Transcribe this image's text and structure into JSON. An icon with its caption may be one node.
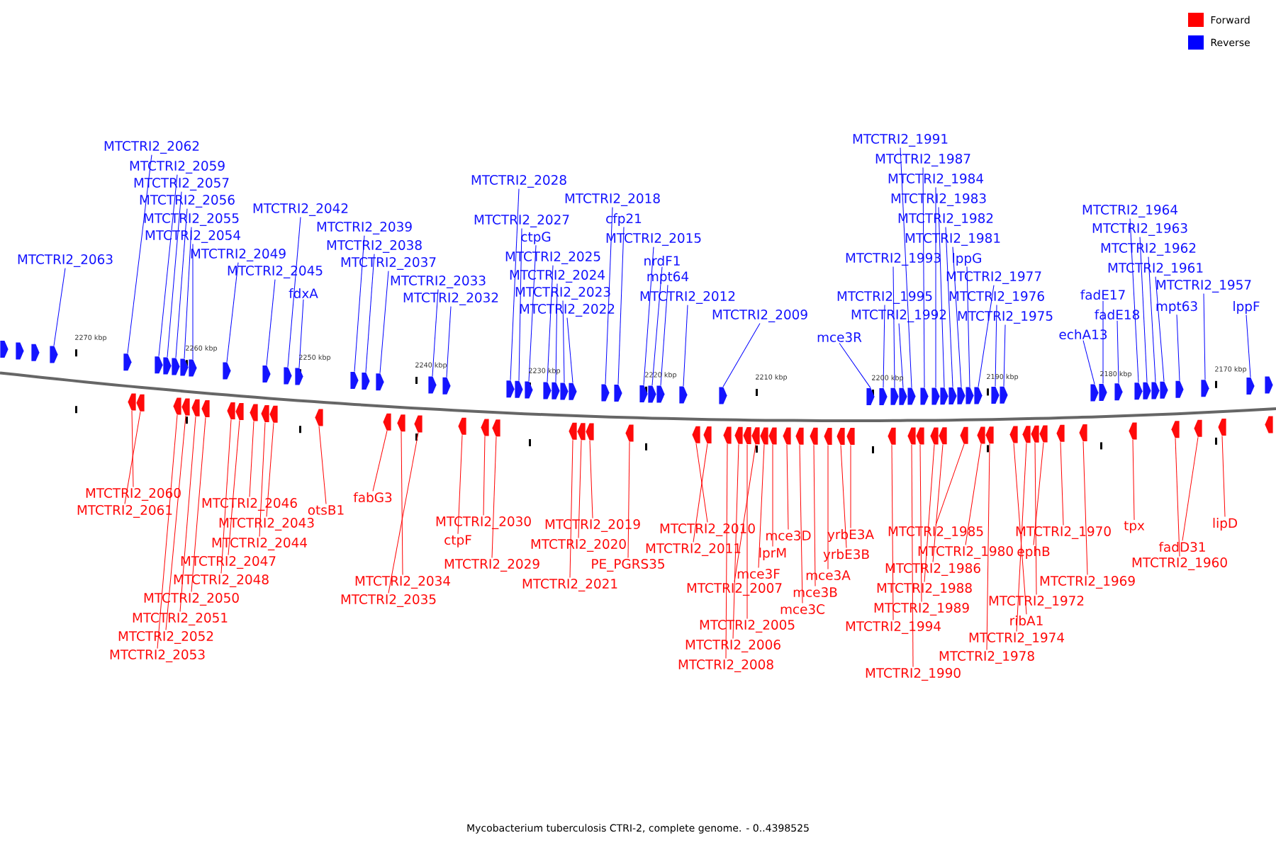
{
  "diagram": {
    "caption": "Mycobacterium tuberculosis CTRI-2, complete genome. - 0..4398525",
    "nodes": [
      {
        "text": [
          "MTCTRI2_2062"
        ]
      },
      {
        "text": [
          "MTCTRI2_2059"
        ]
      },
      {
        "text": [
          "MTCTRI2_2057"
        ]
      },
      {
        "text": [
          "MTCTRI2_2056"
        ]
      },
      {
        "text": [
          "MTCTRI2_2055"
        ]
      },
      {
        "text": [
          "MTCTRI2_2054"
        ]
      },
      {
        "text": [
          "MTCTRI2_2063"
        ]
      },
      {
        "text": [
          "MTCTRI2_2049"
        ]
      },
      {
        "text": [
          "MTCTRI2_2045"
        ]
      },
      {
        "text": [
          "MTCTRI2_2042"
        ]
      },
      {
        "text": [
          "fdxA"
        ]
      },
      {
        "text": [
          "MTCTRI2_2039"
        ]
      },
      {
        "text": [
          "MTCTRI2_2038"
        ]
      },
      {
        "text": [
          "MTCTRI2_2037"
        ]
      },
      {
        "text": [
          "MTCTRI2_2033"
        ]
      },
      {
        "text": [
          "MTCTRI2_2032"
        ]
      },
      {
        "text": [
          "MTCTRI2_2028"
        ]
      },
      {
        "text": [
          "MTCTRI2_2027"
        ]
      },
      {
        "text": [
          "ctpG"
        ]
      },
      {
        "text": [
          "MTCTRI2_2025"
        ]
      },
      {
        "text": [
          "MTCTRI2_2024"
        ]
      },
      {
        "text": [
          "MTCTRI2_2023"
        ]
      },
      {
        "text": [
          "MTCTRI2_2022"
        ]
      },
      {
        "text": [
          "MTCTRI2_2018"
        ]
      },
      {
        "text": [
          "cfp21"
        ]
      },
      {
        "text": [
          "MTCTRI2_2015"
        ]
      },
      {
        "text": [
          "nrdF1"
        ]
      },
      {
        "text": [
          "mpt64"
        ]
      },
      {
        "text": [
          "MTCTRI2_2012"
        ]
      },
      {
        "text": [
          "MTCTRI2_2009"
        ]
      },
      {
        "text": [
          "mce3R"
        ]
      },
      {
        "text": [
          "MTCTRI2_1991"
        ]
      },
      {
        "text": [
          "MTCTRI2_1987"
        ]
      },
      {
        "text": [
          "MTCTRI2_1984"
        ]
      },
      {
        "text": [
          "MTCTRI2_1983"
        ]
      },
      {
        "text": [
          "MTCTRI2_1982"
        ]
      },
      {
        "text": [
          "MTCTRI2_1981"
        ]
      },
      {
        "text": [
          "MTCTRI2_1993"
        ]
      },
      {
        "text": [
          "lppG"
        ]
      },
      {
        "text": [
          "MTCTRI2_1977"
        ]
      },
      {
        "text": [
          "MTCTRI2_1995"
        ]
      },
      {
        "text": [
          "MTCTRI2_1976"
        ]
      },
      {
        "text": [
          "MTCTRI2_1992"
        ]
      },
      {
        "text": [
          "MTCTRI2_1975"
        ]
      },
      {
        "text": [
          "echA13"
        ]
      },
      {
        "text": [
          "fadE17"
        ]
      },
      {
        "text": [
          "fadE18"
        ]
      },
      {
        "text": [
          "MTCTRI2_1964"
        ]
      },
      {
        "text": [
          "MTCTRI2_1963"
        ]
      },
      {
        "text": [
          "MTCTRI2_1962"
        ]
      },
      {
        "text": [
          "MTCTRI2_1961"
        ]
      },
      {
        "text": [
          "MTCTRI2_1957"
        ]
      },
      {
        "text": [
          "mpt63"
        ]
      },
      {
        "text": [
          "lppF"
        ]
      },
      {
        "text": [
          "MTCTRI2_2060"
        ]
      },
      {
        "text": [
          "MTCTRI2_2061"
        ]
      },
      {
        "text": [
          "MTCTRI2_2046"
        ]
      },
      {
        "text": [
          "otsB1"
        ]
      },
      {
        "text": [
          "fabG3"
        ]
      },
      {
        "text": [
          "MTCTRI2_2043"
        ]
      },
      {
        "text": [
          "MTCTRI2_2044"
        ]
      },
      {
        "text": [
          "MTCTRI2_2047"
        ]
      },
      {
        "text": [
          "MTCTRI2_2048"
        ]
      },
      {
        "text": [
          "MTCTRI2_2050"
        ]
      },
      {
        "text": [
          "MTCTRI2_2051"
        ]
      },
      {
        "text": [
          "MTCTRI2_2052"
        ]
      },
      {
        "text": [
          "MTCTRI2_2053"
        ]
      },
      {
        "text": [
          "MTCTRI2_2030"
        ]
      },
      {
        "text": [
          "ctpF"
        ]
      },
      {
        "text": [
          "MTCTRI2_2029"
        ]
      },
      {
        "text": [
          "MTCTRI2_2034"
        ]
      },
      {
        "text": [
          "MTCTRI2_2035"
        ]
      },
      {
        "text": [
          "MTCTRI2_2019"
        ]
      },
      {
        "text": [
          "MTCTRI2_2020"
        ]
      },
      {
        "text": [
          "PE_PGRS35"
        ]
      },
      {
        "text": [
          "MTCTRI2_2021"
        ]
      },
      {
        "text": [
          "MTCTRI2_2010"
        ]
      },
      {
        "text": [
          "MTCTRI2_2011"
        ]
      },
      {
        "text": [
          "mce3D"
        ]
      },
      {
        "text": [
          "yrbE3A"
        ]
      },
      {
        "text": [
          "lprM"
        ]
      },
      {
        "text": [
          "yrbE3B"
        ]
      },
      {
        "text": [
          "mce3F"
        ]
      },
      {
        "text": [
          "mce3A"
        ]
      },
      {
        "text": [
          "MTCTRI2_2007"
        ]
      },
      {
        "text": [
          "mce3B"
        ]
      },
      {
        "text": [
          "mce3C"
        ]
      },
      {
        "text": [
          "MTCTRI2_2005"
        ]
      },
      {
        "text": [
          "MTCTRI2_2006"
        ]
      },
      {
        "text": [
          "MTCTRI2_2008"
        ]
      },
      {
        "text": [
          "MTCTRI2_1985"
        ]
      },
      {
        "text": [
          "MTCTRI2_1980"
        ]
      },
      {
        "text": [
          "MTCTRI2_1986"
        ]
      },
      {
        "text": [
          "MTCTRI2_1988"
        ]
      },
      {
        "text": [
          "MTCTRI2_1989"
        ]
      },
      {
        "text": [
          "MTCTRI2_1994"
        ]
      },
      {
        "text": [
          "MTCTRI2_1990"
        ]
      },
      {
        "text": [
          "MTCTRI2_1970"
        ]
      },
      {
        "text": [
          "ephB"
        ]
      },
      {
        "text": [
          "MTCTRI2_1969"
        ]
      },
      {
        "text": [
          "MTCTRI2_1972"
        ]
      },
      {
        "text": [
          "ribA1"
        ]
      },
      {
        "text": [
          "MTCTRI2_1974"
        ]
      },
      {
        "text": [
          "MTCTRI2_1978"
        ]
      },
      {
        "text": [
          "tpx"
        ]
      },
      {
        "text": [
          "lipD"
        ]
      },
      {
        "text": [
          "fadD31"
        ]
      },
      {
        "text": [
          "MTCTRI2_1960"
        ]
      },
      {
        "text": [],
        "shape": "arrow"
      },
      {
        "text": [],
        "shape": "arrow"
      },
      {
        "text": [],
        "shape": "arrow"
      },
      {
        "text": [],
        "shape": "arrow"
      },
      {
        "text": [],
        "shape": "arrow"
      },
      {
        "text": [],
        "shape": "arrow"
      },
      {
        "text": [],
        "shape": "arrow"
      },
      {
        "text": [],
        "shape": "arrow"
      },
      {
        "text": [],
        "shape": "arrow"
      },
      {
        "text": [],
        "shape": "arrow"
      },
      {
        "text": [],
        "shape": "arrow"
      },
      {
        "text": [],
        "shape": "arrow"
      },
      {
        "text": [],
        "shape": "arrow"
      },
      {
        "text": [],
        "shape": "arrow"
      },
      {
        "text": [],
        "shape": "arrow"
      },
      {
        "text": [],
        "shape": "arrow"
      },
      {
        "text": [],
        "shape": "arrow"
      },
      {
        "text": [],
        "shape": "arrow"
      },
      {
        "text": [],
        "shape": "arrow"
      },
      {
        "text": [],
        "shape": "arrow"
      },
      {
        "text": [],
        "shape": "arrow"
      },
      {
        "text": [],
        "shape": "arrow"
      },
      {
        "text": [],
        "shape": "arrow"
      },
      {
        "text": [],
        "shape": "arrow"
      },
      {
        "text": [],
        "shape": "arrow"
      },
      {
        "text": [],
        "shape": "arrow"
      },
      {
        "text": [],
        "shape": "arrow"
      },
      {
        "text": [],
        "shape": "arrow"
      },
      {
        "text": [],
        "shape": "arrow"
      },
      {
        "text": [],
        "shape": "arrow"
      },
      {
        "text": [],
        "shape": "arrow"
      },
      {
        "text": [],
        "shape": "arrow"
      },
      {
        "text": [],
        "shape": "arrow"
      },
      {
        "text": [],
        "shape": "arrow"
      },
      {
        "text": [],
        "shape": "arrow"
      },
      {
        "text": [],
        "shape": "arrow"
      },
      {
        "text": [],
        "shape": "arrow"
      },
      {
        "text": [],
        "shape": "arrow"
      },
      {
        "text": [],
        "shape": "arrow"
      },
      {
        "text": [],
        "shape": "arrow"
      },
      {
        "text": [],
        "shape": "arrow"
      },
      {
        "text": [],
        "shape": "arrow"
      },
      {
        "text": [],
        "shape": "arrow"
      },
      {
        "text": [],
        "shape": "arrow"
      },
      {
        "text": [],
        "shape": "arrow"
      },
      {
        "text": [],
        "shape": "arrow"
      },
      {
        "text": [],
        "shape": "arrow"
      },
      {
        "text": [],
        "shape": "arrow"
      },
      {
        "text": [],
        "shape": "arrow"
      },
      {
        "text": [],
        "shape": "arrow"
      },
      {
        "text": [],
        "shape": "arrow"
      },
      {
        "text": [],
        "shape": "arrow"
      },
      {
        "text": [],
        "shape": "arrow"
      },
      {
        "text": [],
        "shape": "arrow"
      },
      {
        "text": [],
        "shape": "arrow"
      },
      {
        "text": [],
        "shape": "arrow"
      },
      {
        "text": [],
        "shape": "arrow"
      },
      {
        "text": [],
        "shape": "arrow"
      },
      {
        "text": [],
        "shape": "arrow"
      },
      {
        "text": [],
        "shape": "arrow"
      },
      {
        "text": [],
        "shape": "arrow"
      },
      {
        "text": [],
        "shape": "arrow"
      },
      {
        "text": [],
        "shape": "arrow"
      },
      {
        "text": [],
        "shape": "arrow"
      },
      {
        "text": [],
        "shape": "arrow"
      },
      {
        "text": [],
        "shape": "arrow"
      },
      {
        "text": [],
        "shape": "arrow"
      },
      {
        "text": [],
        "shape": "arrow"
      },
      {
        "text": [],
        "shape": "arrow"
      },
      {
        "text": [],
        "shape": "arrow"
      },
      {
        "text": [],
        "shape": "arrow"
      },
      {
        "text": [],
        "shape": "arrow"
      },
      {
        "text": [],
        "shape": "arrow"
      },
      {
        "text": [],
        "shape": "arrow"
      },
      {
        "text": [],
        "shape": "arrow"
      },
      {
        "text": [],
        "shape": "arrow"
      },
      {
        "text": [],
        "shape": "arrow"
      },
      {
        "text": [],
        "shape": "arrow"
      },
      {
        "text": [],
        "shape": "arrow"
      },
      {
        "text": [],
        "shape": "arrow"
      },
      {
        "text": [],
        "shape": "arrow"
      },
      {
        "text": [],
        "shape": "arrow"
      },
      {
        "text": [],
        "shape": "arrow"
      },
      {
        "text": [],
        "shape": "arrow"
      },
      {
        "text": [],
        "shape": "arrow"
      },
      {
        "text": [],
        "shape": "arrow"
      },
      {
        "text": [],
        "shape": "arrow"
      },
      {
        "text": [],
        "shape": "arrow"
      },
      {
        "text": [],
        "shape": "arrow"
      },
      {
        "text": [],
        "shape": "arrow"
      },
      {
        "text": [],
        "shape": "arrow"
      },
      {
        "text": [],
        "shape": "arrow"
      },
      {
        "text": [],
        "shape": "arrow"
      },
      {
        "text": [],
        "shape": "arrow"
      },
      {
        "text": [],
        "shape": "arrow"
      },
      {
        "text": [],
        "shape": "arrow"
      },
      {
        "text": [],
        "shape": "arrow"
      },
      {
        "text": [],
        "shape": "arrow"
      },
      {
        "text": [],
        "shape": "arrow"
      },
      {
        "text": [],
        "shape": "arrow"
      },
      {
        "text": [],
        "shape": "arrow"
      },
      {
        "text": [],
        "shape": "arrow"
      },
      {
        "text": [],
        "shape": "arrow"
      },
      {
        "text": [],
        "shape": "arrow"
      },
      {
        "text": [],
        "shape": "arrow"
      },
      {
        "text": [],
        "shape": "arrow"
      },
      {
        "text": [],
        "shape": "arrow"
      },
      {
        "text": [],
        "shape": "arrow"
      },
      {
        "text": [],
        "shape": "arrow"
      },
      {
        "text": [],
        "shape": "arrow"
      },
      {
        "text": [],
        "shape": "arrow"
      },
      {
        "text": [],
        "shape": "arrow"
      },
      {
        "text": [],
        "shape": "arrow"
      }
    ],
    "edges": [
      {
        "from": 0,
        "to": 109,
        "arrow": "none",
        "color": "#0000ff"
      },
      {
        "from": 1,
        "to": 110,
        "arrow": "none",
        "color": "#0000ff"
      },
      {
        "from": 2,
        "to": 111,
        "arrow": "none",
        "color": "#0000ff"
      },
      {
        "from": 3,
        "to": 112,
        "arrow": "none",
        "color": "#0000ff"
      },
      {
        "from": 4,
        "to": 113,
        "arrow": "none",
        "color": "#0000ff"
      },
      {
        "from": 5,
        "to": 114,
        "arrow": "none",
        "color": "#0000ff"
      },
      {
        "from": 6,
        "to": 108,
        "arrow": "none",
        "color": "#0000ff"
      },
      {
        "from": 7,
        "to": 115,
        "arrow": "none",
        "color": "#0000ff"
      },
      {
        "from": 8,
        "to": 116,
        "arrow": "none",
        "color": "#0000ff"
      },
      {
        "from": 9,
        "to": 117,
        "arrow": "none",
        "color": "#0000ff"
      },
      {
        "from": 10,
        "to": 118,
        "arrow": "none",
        "color": "#0000ff"
      },
      {
        "from": 11,
        "to": 119,
        "arrow": "none",
        "color": "#0000ff"
      },
      {
        "from": 12,
        "to": 120,
        "arrow": "none",
        "color": "#0000ff"
      },
      {
        "from": 13,
        "to": 121,
        "arrow": "none",
        "color": "#0000ff"
      },
      {
        "from": 14,
        "to": 122,
        "arrow": "none",
        "color": "#0000ff"
      },
      {
        "from": 15,
        "to": 123,
        "arrow": "none",
        "color": "#0000ff"
      },
      {
        "from": 16,
        "to": 124,
        "arrow": "none",
        "color": "#0000ff"
      },
      {
        "from": 17,
        "to": 125,
        "arrow": "none",
        "color": "#0000ff"
      },
      {
        "from": 18,
        "to": 126,
        "arrow": "none",
        "color": "#0000ff"
      },
      {
        "from": 19,
        "to": 127,
        "arrow": "none",
        "color": "#0000ff"
      },
      {
        "from": 20,
        "to": 128,
        "arrow": "none",
        "color": "#0000ff"
      },
      {
        "from": 21,
        "to": 129,
        "arrow": "none",
        "color": "#0000ff"
      },
      {
        "from": 22,
        "to": 130,
        "arrow": "none",
        "color": "#0000ff"
      },
      {
        "from": 23,
        "to": 131,
        "arrow": "none",
        "color": "#0000ff"
      },
      {
        "from": 24,
        "to": 132,
        "arrow": "none",
        "color": "#0000ff"
      },
      {
        "from": 25,
        "to": 133,
        "arrow": "none",
        "color": "#0000ff"
      },
      {
        "from": 26,
        "to": 134,
        "arrow": "none",
        "color": "#0000ff"
      },
      {
        "from": 27,
        "to": 135,
        "arrow": "none",
        "color": "#0000ff"
      },
      {
        "from": 28,
        "to": 136,
        "arrow": "none",
        "color": "#0000ff"
      },
      {
        "from": 29,
        "to": 137,
        "arrow": "none",
        "color": "#0000ff"
      },
      {
        "from": 30,
        "to": 138,
        "arrow": "none",
        "color": "#0000ff"
      },
      {
        "from": 31,
        "to": 142,
        "arrow": "none",
        "color": "#0000ff"
      },
      {
        "from": 32,
        "to": 143,
        "arrow": "none",
        "color": "#0000ff"
      },
      {
        "from": 33,
        "to": 144,
        "arrow": "none",
        "color": "#0000ff"
      },
      {
        "from": 34,
        "to": 145,
        "arrow": "none",
        "color": "#0000ff"
      },
      {
        "from": 35,
        "to": 146,
        "arrow": "none",
        "color": "#0000ff"
      },
      {
        "from": 36,
        "to": 147,
        "arrow": "none",
        "color": "#0000ff"
      },
      {
        "from": 37,
        "to": 140,
        "arrow": "none",
        "color": "#0000ff"
      },
      {
        "from": 38,
        "to": 148,
        "arrow": "none",
        "color": "#0000ff"
      },
      {
        "from": 39,
        "to": 149,
        "arrow": "none",
        "color": "#0000ff"
      },
      {
        "from": 40,
        "to": 139,
        "arrow": "none",
        "color": "#0000ff"
      },
      {
        "from": 41,
        "to": 150,
        "arrow": "none",
        "color": "#0000ff"
      },
      {
        "from": 42,
        "to": 141,
        "arrow": "none",
        "color": "#0000ff"
      },
      {
        "from": 43,
        "to": 151,
        "arrow": "none",
        "color": "#0000ff"
      },
      {
        "from": 44,
        "to": 152,
        "arrow": "none",
        "color": "#0000ff"
      },
      {
        "from": 45,
        "to": 153,
        "arrow": "none",
        "color": "#0000ff"
      },
      {
        "from": 46,
        "to": 154,
        "arrow": "none",
        "color": "#0000ff"
      },
      {
        "from": 47,
        "to": 155,
        "arrow": "none",
        "color": "#0000ff"
      },
      {
        "from": 48,
        "to": 156,
        "arrow": "none",
        "color": "#0000ff"
      },
      {
        "from": 49,
        "to": 157,
        "arrow": "none",
        "color": "#0000ff"
      },
      {
        "from": 50,
        "to": 158,
        "arrow": "none",
        "color": "#0000ff"
      },
      {
        "from": 51,
        "to": 160,
        "arrow": "none",
        "color": "#0000ff"
      },
      {
        "from": 52,
        "to": 159,
        "arrow": "none",
        "color": "#0000ff"
      },
      {
        "from": 53,
        "to": 161,
        "arrow": "none",
        "color": "#0000ff"
      },
      {
        "from": 54,
        "to": 162,
        "arrow": "none",
        "color": "#ff0000"
      },
      {
        "from": 55,
        "to": 163,
        "arrow": "none",
        "color": "#ff0000"
      },
      {
        "from": 56,
        "to": 170,
        "arrow": "none",
        "color": "#ff0000"
      },
      {
        "from": 57,
        "to": 173,
        "arrow": "none",
        "color": "#ff0000"
      },
      {
        "from": 58,
        "to": 174,
        "arrow": "none",
        "color": "#ff0000"
      },
      {
        "from": 59,
        "to": 172,
        "arrow": "none",
        "color": "#ff0000"
      },
      {
        "from": 60,
        "to": 171,
        "arrow": "none",
        "color": "#ff0000"
      },
      {
        "from": 61,
        "to": 169,
        "arrow": "none",
        "color": "#ff0000"
      },
      {
        "from": 62,
        "to": 168,
        "arrow": "none",
        "color": "#ff0000"
      },
      {
        "from": 63,
        "to": 167,
        "arrow": "none",
        "color": "#ff0000"
      },
      {
        "from": 64,
        "to": 166,
        "arrow": "none",
        "color": "#ff0000"
      },
      {
        "from": 65,
        "to": 165,
        "arrow": "none",
        "color": "#ff0000"
      },
      {
        "from": 66,
        "to": 164,
        "arrow": "none",
        "color": "#ff0000"
      },
      {
        "from": 67,
        "to": 178,
        "arrow": "none",
        "color": "#ff0000"
      },
      {
        "from": 68,
        "to": 177,
        "arrow": "none",
        "color": "#ff0000"
      },
      {
        "from": 69,
        "to": 179,
        "arrow": "none",
        "color": "#ff0000"
      },
      {
        "from": 70,
        "to": 175,
        "arrow": "none",
        "color": "#ff0000"
      },
      {
        "from": 71,
        "to": 176,
        "arrow": "none",
        "color": "#ff0000"
      },
      {
        "from": 72,
        "to": 182,
        "arrow": "none",
        "color": "#ff0000"
      },
      {
        "from": 73,
        "to": 181,
        "arrow": "none",
        "color": "#ff0000"
      },
      {
        "from": 74,
        "to": 183,
        "arrow": "none",
        "color": "#ff0000"
      },
      {
        "from": 75,
        "to": 180,
        "arrow": "none",
        "color": "#ff0000"
      },
      {
        "from": 76,
        "to": 184,
        "arrow": "none",
        "color": "#ff0000"
      },
      {
        "from": 77,
        "to": 185,
        "arrow": "none",
        "color": "#ff0000"
      },
      {
        "from": 78,
        "to": 192,
        "arrow": "none",
        "color": "#ff0000"
      },
      {
        "from": 79,
        "to": 197,
        "arrow": "none",
        "color": "#ff0000"
      },
      {
        "from": 80,
        "to": 191,
        "arrow": "none",
        "color": "#ff0000"
      },
      {
        "from": 81,
        "to": 196,
        "arrow": "none",
        "color": "#ff0000"
      },
      {
        "from": 82,
        "to": 190,
        "arrow": "none",
        "color": "#ff0000"
      },
      {
        "from": 83,
        "to": 195,
        "arrow": "none",
        "color": "#ff0000"
      },
      {
        "from": 84,
        "to": 189,
        "arrow": "none",
        "color": "#ff0000"
      },
      {
        "from": 85,
        "to": 194,
        "arrow": "none",
        "color": "#ff0000"
      },
      {
        "from": 86,
        "to": 193,
        "arrow": "none",
        "color": "#ff0000"
      },
      {
        "from": 87,
        "to": 188,
        "arrow": "none",
        "color": "#ff0000"
      },
      {
        "from": 88,
        "to": 187,
        "arrow": "none",
        "color": "#ff0000"
      },
      {
        "from": 89,
        "to": 186,
        "arrow": "none",
        "color": "#ff0000"
      },
      {
        "from": 90,
        "to": 203,
        "arrow": "none",
        "color": "#ff0000"
      },
      {
        "from": 91,
        "to": 204,
        "arrow": "none",
        "color": "#ff0000"
      },
      {
        "from": 92,
        "to": 202,
        "arrow": "none",
        "color": "#ff0000"
      },
      {
        "from": 93,
        "to": 201,
        "arrow": "none",
        "color": "#ff0000"
      },
      {
        "from": 94,
        "to": 200,
        "arrow": "none",
        "color": "#ff0000"
      },
      {
        "from": 95,
        "to": 198,
        "arrow": "none",
        "color": "#ff0000"
      },
      {
        "from": 96,
        "to": 199,
        "arrow": "none",
        "color": "#ff0000"
      },
      {
        "from": 97,
        "to": 210,
        "arrow": "none",
        "color": "#ff0000"
      },
      {
        "from": 98,
        "to": 209,
        "arrow": "none",
        "color": "#ff0000"
      },
      {
        "from": 99,
        "to": 211,
        "arrow": "none",
        "color": "#ff0000"
      },
      {
        "from": 100,
        "to": 208,
        "arrow": "none",
        "color": "#ff0000"
      },
      {
        "from": 101,
        "to": 206,
        "arrow": "none",
        "color": "#ff0000"
      },
      {
        "from": 102,
        "to": 207,
        "arrow": "none",
        "color": "#ff0000"
      },
      {
        "from": 103,
        "to": 205,
        "arrow": "none",
        "color": "#ff0000"
      },
      {
        "from": 104,
        "to": 212,
        "arrow": "none",
        "color": "#ff0000"
      },
      {
        "from": 105,
        "to": 215,
        "arrow": "none",
        "color": "#ff0000"
      },
      {
        "from": 106,
        "to": 214,
        "arrow": "none",
        "color": "#ff0000"
      },
      {
        "from": 107,
        "to": 213,
        "arrow": "none",
        "color": "#ff0000"
      }
    ],
    "labels": [
      "2270 kbp",
      "2260 kbp",
      "2250 kbp",
      "2240 kbp",
      "2230 kbp",
      "2220 kbp",
      "2210 kbp",
      "2200 kbp",
      "2190 kbp",
      "2180 kbp",
      "2170 kbp"
    ],
    "legend": [
      {
        "text": "Forward",
        "color": "#ff0000"
      },
      {
        "text": "Reverse",
        "color": "#0000ff"
      }
    ]
  }
}
